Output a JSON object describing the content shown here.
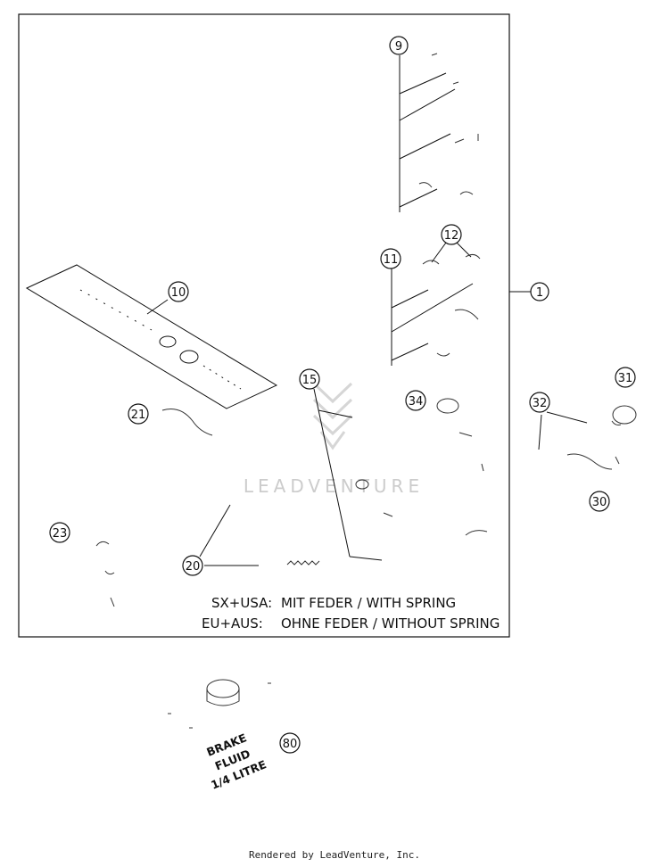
{
  "callouts": {
    "c1": "1",
    "c9": "9",
    "c10": "10",
    "c11": "11",
    "c12": "12",
    "c15": "15",
    "c20": "20",
    "c21": "21",
    "c23": "23",
    "c30": "30",
    "c31": "31",
    "c32": "32",
    "c34": "34",
    "c80": "80"
  },
  "notes": {
    "line1_variant": "SX+USA:",
    "line1_text": "MIT FEDER / WITH SPRING",
    "line2_variant": "EU+AUS:",
    "line2_text": "OHNE FEDER / WITHOUT SPRING"
  },
  "brake_fluid": {
    "line1": "BRAKE",
    "line2": "FLUID",
    "line3": "1/4 LITRE"
  },
  "watermark": {
    "text": "LEADVENTURE"
  },
  "footer": {
    "text": "Rendered by LeadVenture, Inc."
  }
}
